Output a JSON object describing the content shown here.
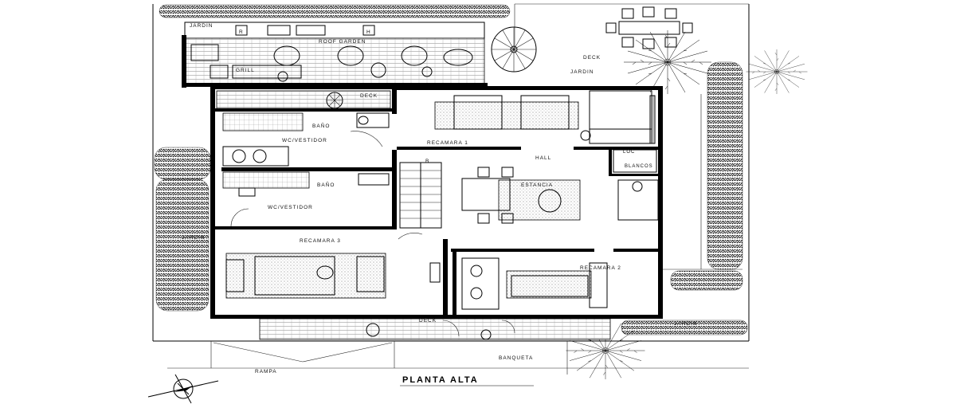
{
  "title": "PLANTA ALTA",
  "labels": {
    "jardin_top": "JARDIN",
    "roof_garden": "ROOF GARDEN",
    "grill": "GRILL",
    "deck_top_right": "DECK",
    "jardin_right": "JARDIN",
    "deck_upper": "DECK",
    "bano_1": "BAÑO",
    "vestidor_1": "WC/VESTIDOR",
    "recamara_1": "RECAMARA 1",
    "hall": "HALL",
    "blanco": "BLANCOS",
    "estancia": "ESTANCIA",
    "bano_2": "BAÑO",
    "vestidor_2": "WC/VESTIDOR",
    "jardin_left": "JARDIN",
    "recamara_3": "RECAMARA 3",
    "recamara_2": "RECAMARA 2",
    "deck_bottom": "DECK",
    "jardin_bottom_right": "JARDIN",
    "rampa": "RAMPA",
    "banqueta": "BANQUETA",
    "stair_r": "R",
    "stair_h": "H",
    "stair_b": "B",
    "wc_cabinet": "LOC"
  }
}
